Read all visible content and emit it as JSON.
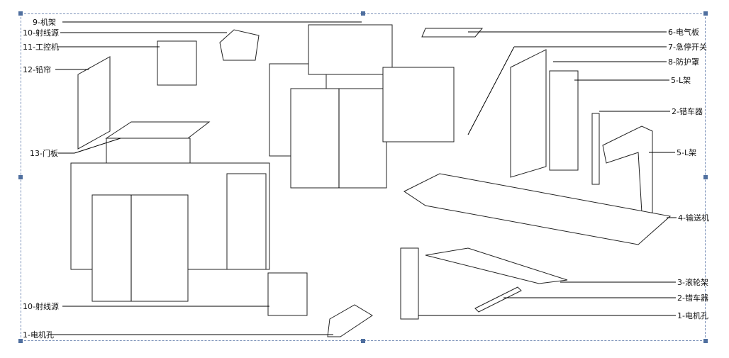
{
  "left_labels": [
    "9-机架",
    "10-射线源",
    "11-工控机",
    "12-铅帘",
    "13-门板",
    "10-射线源",
    "1-电机孔"
  ],
  "right_labels": [
    "6-电气板",
    "7-急停开关",
    "8-防护罩",
    "5-L架",
    "2-错车器",
    "5-L架",
    "4-输送机",
    "3-滚轮架",
    "2-错车器",
    "1-电机孔"
  ]
}
